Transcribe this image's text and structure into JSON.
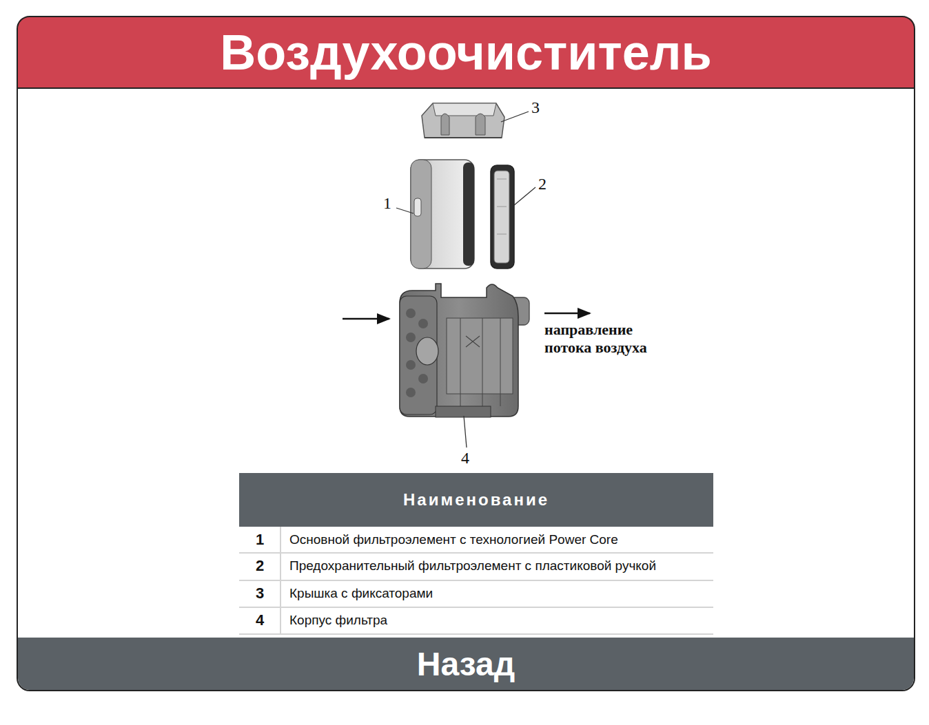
{
  "diagram": {
    "title": "Воздухоочиститель",
    "nodes": [
      {
        "text": [
          "Наименование"
        ]
      },
      {
        "text": [
          "Назад"
        ]
      }
    ],
    "labels": [
      "3",
      "2",
      "1",
      "4",
      "направление потока воздуха",
      "1",
      "Основной фильтроэлемент с технологией Power Core",
      "2",
      "Предохранительный фильтроэлемент с пластиковой ручкой",
      "3",
      "Крышка с фиксаторами",
      "4",
      "Корпус фильтра"
    ]
  }
}
